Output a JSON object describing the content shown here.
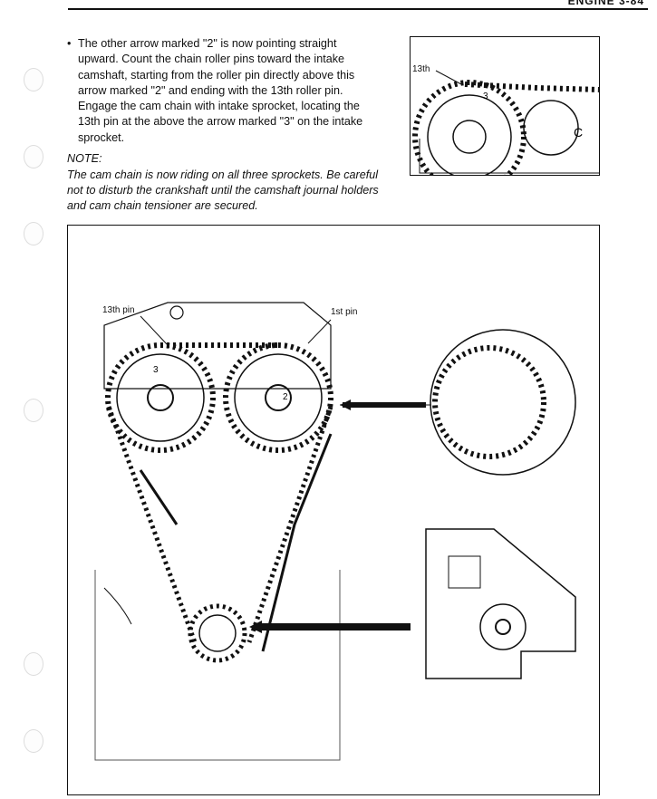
{
  "header": {
    "page_ref": "ENGINE  3-84"
  },
  "instructions": {
    "bullet": "The other arrow marked \"2\" is now pointing straight upward. Count the chain roller pins toward the intake camshaft, starting from the roller pin directly above this arrow marked \"2\" and ending with the 13th roller pin. Engage the cam chain with intake sprocket, locating the 13th pin at the above the arrow marked \"3\" on the intake sprocket."
  },
  "note": {
    "heading": "NOTE:",
    "body": "The cam chain is now riding on all three sprockets. Be careful not to disturb the crankshaft until the camshaft journal holders and cam chain tensioner are secured."
  },
  "small_figure": {
    "label_13th": "13th",
    "mark_3": "3"
  },
  "main_figure": {
    "label_13th_pin": "13th pin",
    "label_1st_pin": "1st pin",
    "mark_3": "3",
    "mark_2": "2"
  }
}
